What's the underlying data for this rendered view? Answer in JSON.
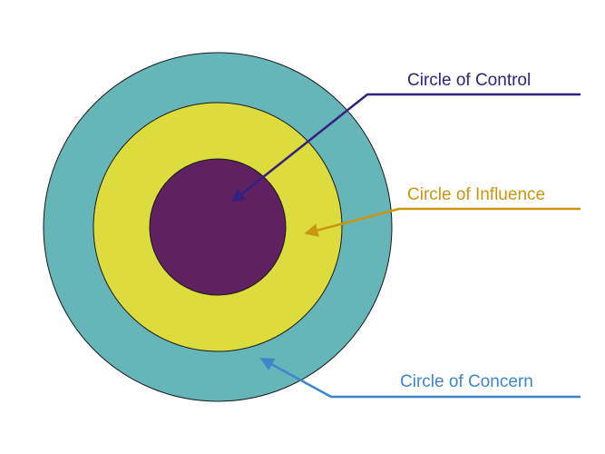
{
  "diagram": {
    "title": "Circles of Control, Influence and Concern",
    "circles": [
      {
        "id": "concern",
        "label": "Circle of Concern",
        "fill": "#66b5b8",
        "label_color": "#3f86c9"
      },
      {
        "id": "influence",
        "label": "Circle of Influence",
        "fill": "#dcdc3e",
        "label_color": "#c9960f"
      },
      {
        "id": "control",
        "label": "Circle of Control",
        "fill": "#5f215f",
        "label_color": "#34217e"
      }
    ],
    "outline_color": "#1a1a1a"
  }
}
